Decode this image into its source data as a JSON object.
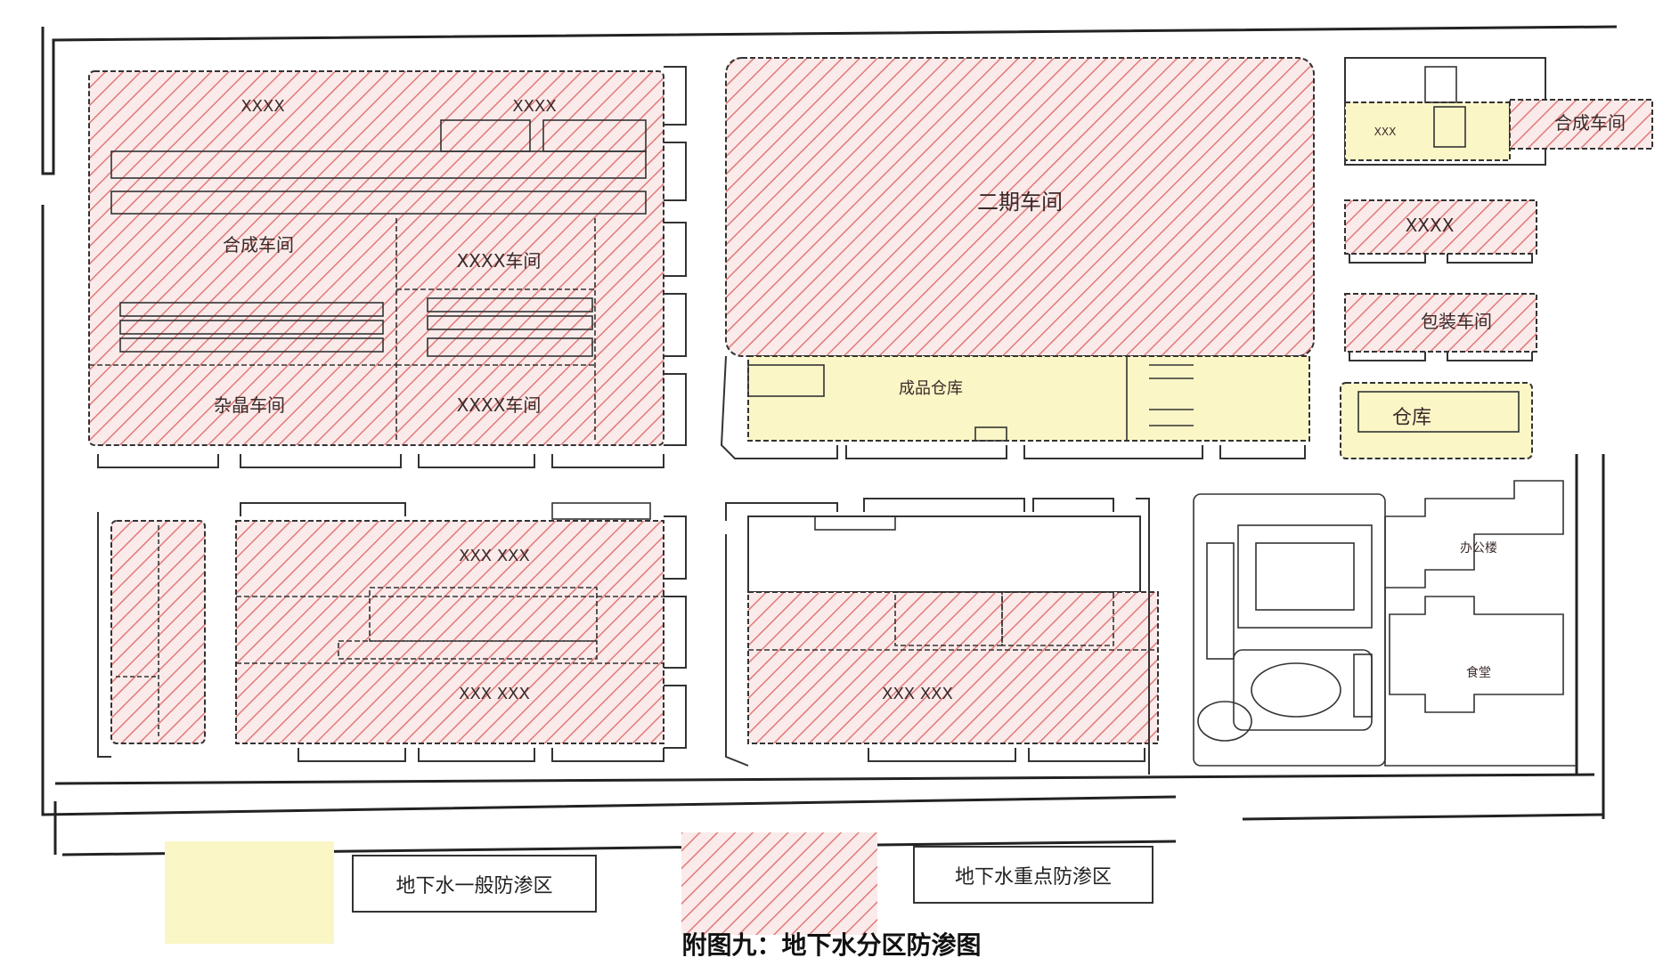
{
  "caption": "附图九：地下水分区防渗图",
  "legend": {
    "general_label": "地下水一般防渗区",
    "key_label": "地下水重点防渗区",
    "general_color": "#faf6c6",
    "key_hatch_color": "#e07a7a"
  },
  "buildings": {
    "b_top_left_upper": "XXXX",
    "b_top_left_upper2": "XXXX",
    "b_top_left_workshop": "合成车间",
    "b_top_left_mid": "XXXX车间",
    "b_top_left_bottom": "杂晶车间",
    "b_top_left_bottom2": "XXXX车间",
    "b_workshop_2": "二期车间",
    "b_finished_warehouse": "成品仓库",
    "b_top_right_small": "XXX",
    "b_top_right_workshop": "合成车间",
    "b_right_1": "XXXX",
    "b_right_2": "包装车间",
    "b_warehouse": "仓库",
    "b_mid_left_top": "XXX XXX",
    "b_mid_left_bottom": "XXX XXX",
    "b_mid_center": "XXX XXX",
    "b_office": "办公楼",
    "b_canteen": "食堂"
  }
}
